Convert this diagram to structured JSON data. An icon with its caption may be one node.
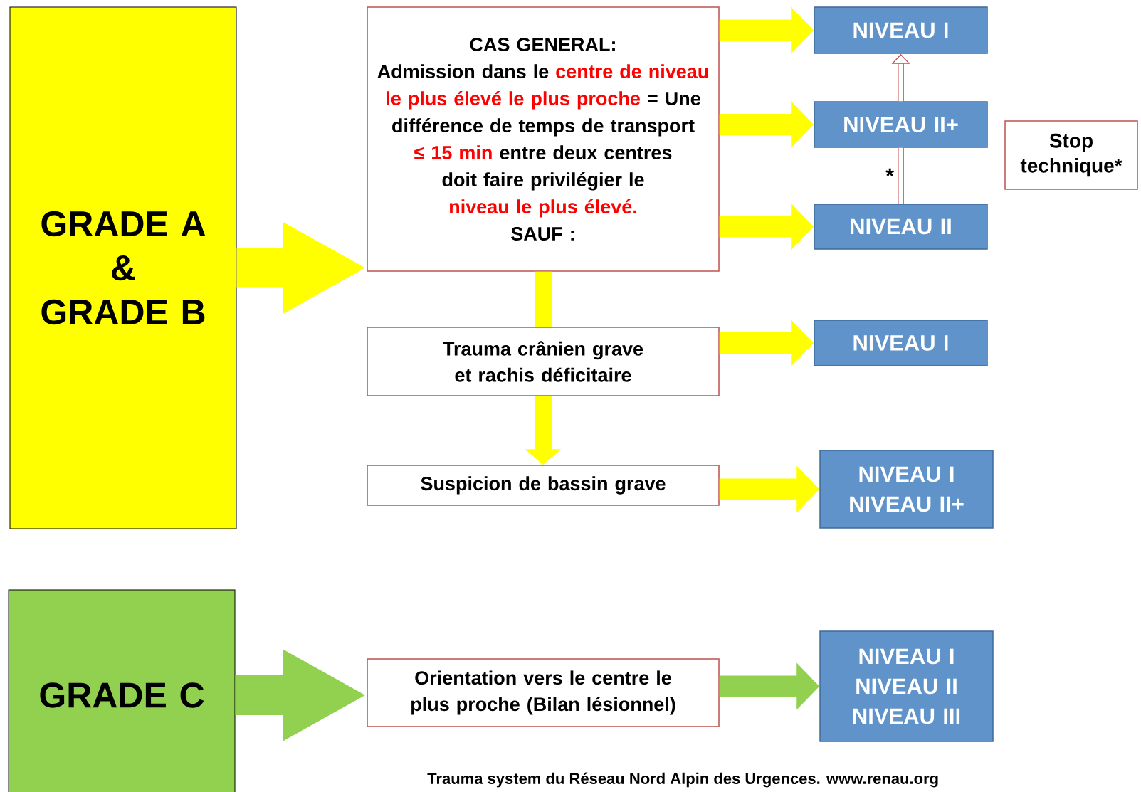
{
  "diagram": {
    "nodes": [
      {
        "text": [
          "GRADE A",
          "&",
          "GRADE B"
        ]
      },
      {
        "text": [
          "CAS GENERAL:",
          "Admission dans le",
          "centre de niveau le plus élevé le plus proche",
          "= Une différence de temps de transport",
          "≤ 15 min",
          "entre deux centres",
          "doit faire privilégier le",
          "niveau le plus élevé.",
          "SAUF :"
        ]
      },
      {
        "text": [
          "NIVEAU I"
        ]
      },
      {
        "text": [
          "NIVEAU II+"
        ]
      },
      {
        "text": [
          "NIVEAU II"
        ]
      },
      {
        "text": [
          "Stop technique*"
        ]
      },
      {
        "text": [
          "Trauma crânien grave et rachis déficitaire"
        ]
      },
      {
        "text": [
          "NIVEAU I"
        ]
      },
      {
        "text": [
          "Suspicion de bassin grave"
        ]
      },
      {
        "text": [
          "NIVEAU I",
          "NIVEAU II+"
        ]
      },
      {
        "text": [
          "GRADE C"
        ]
      },
      {
        "text": [
          "Orientation vers le centre le plus proche (Bilan lésionnel)"
        ]
      },
      {
        "text": [
          "NIVEAU I",
          "NIVEAU II",
          "NIVEAU III"
        ]
      }
    ],
    "edges": [
      {
        "from": 0,
        "to": 1,
        "arrow": "to",
        "style": "thick"
      },
      {
        "from": 1,
        "to": 2,
        "arrow": "to"
      },
      {
        "from": 1,
        "to": 3,
        "arrow": "to"
      },
      {
        "from": 1,
        "to": 4,
        "arrow": "to"
      },
      {
        "from": 4,
        "to": 3,
        "arrow": "none",
        "label": "*",
        "color": "#c0504d"
      },
      {
        "from": 3,
        "to": 2,
        "arrow": "to",
        "color": "#c0504d"
      },
      {
        "from": 1,
        "to": 6,
        "arrow": "none"
      },
      {
        "from": 6,
        "to": 7,
        "arrow": "to"
      },
      {
        "from": 6,
        "to": 8,
        "arrow": "to"
      },
      {
        "from": 8,
        "to": 9,
        "arrow": "to"
      },
      {
        "from": 10,
        "to": 11,
        "arrow": "to",
        "style": "thick",
        "color": "#92d050"
      },
      {
        "from": 11,
        "to": 12,
        "arrow": "to",
        "color": "#92d050"
      }
    ],
    "labels": [
      "Trauma system du Réseau Nord Alpin des Urgences. www.renau.org"
    ]
  }
}
